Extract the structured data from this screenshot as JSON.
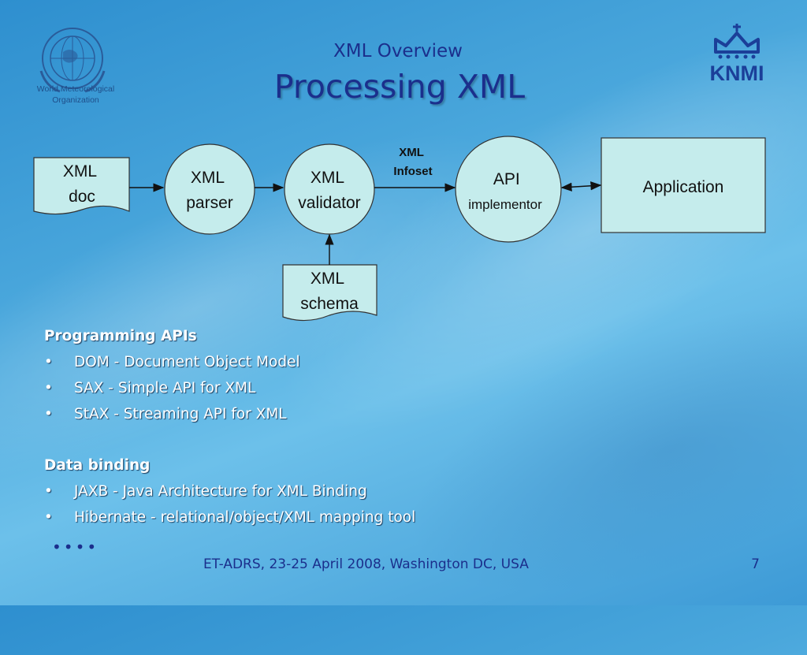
{
  "logos": {
    "wmo_text": "World Meteorological Organization",
    "knmi_text": "KNMI"
  },
  "header": {
    "subtitle": "XML Overview",
    "title": "Processing XML"
  },
  "diagram": {
    "xml_doc": "XML doc",
    "xml_parser": [
      "XML",
      "parser"
    ],
    "xml_validator": [
      "XML",
      "validator"
    ],
    "infoset_label": [
      "XML",
      "Infoset"
    ],
    "api": [
      "API",
      "implementor"
    ],
    "application": "Application",
    "xml_schema": [
      "XML",
      "schema"
    ]
  },
  "content": {
    "programming_heading": "Programming APIs",
    "programming_items": [
      "DOM - Document Object Model",
      "SAX - Simple API for XML",
      "StAX - Streaming API for XML"
    ],
    "binding_heading": "Data binding",
    "binding_items": [
      "JAXB - Java Architecture for XML Binding",
      "Hibernate - relational/object/XML mapping tool"
    ],
    "more": "••••",
    "bullet_char": "•"
  },
  "footer": {
    "text": "ET-ADRS, 23-25 April 2008, Washington DC, USA",
    "page": "7"
  },
  "colors": {
    "title": "#1b2f8c",
    "node_fill": "#c5ecec",
    "bullet_text": "#ffffff"
  }
}
